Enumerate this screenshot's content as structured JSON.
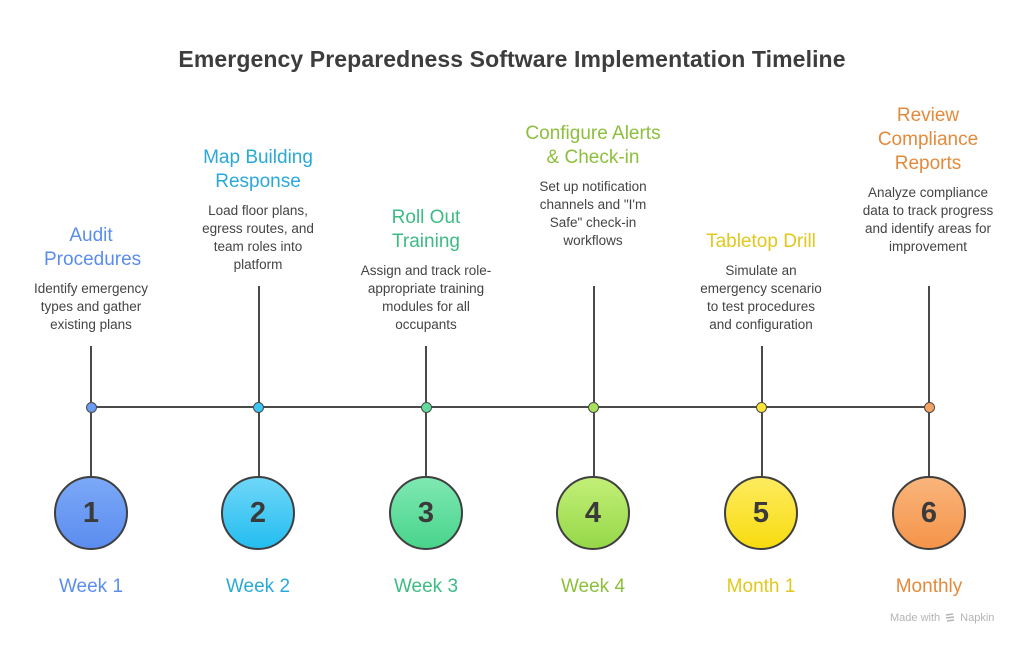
{
  "title": "Emergency Preparedness Software Implementation Timeline",
  "steps": [
    {
      "number": "1",
      "heading": "Audit Procedures",
      "description": "Identify emergency types and gather existing plans",
      "when": "Week 1",
      "color": "#5b8def",
      "fill": "#6a9cf5"
    },
    {
      "number": "2",
      "heading": "Map Building Response",
      "description": "Load floor plans, egress routes, and team roles into platform",
      "when": "Week 2",
      "color": "#2aa9d9",
      "fill": "#3cc6f5"
    },
    {
      "number": "3",
      "heading": "Roll Out Training",
      "description": "Assign and track role-appropriate training modules for all occupants",
      "when": "Week 3",
      "color": "#3dbb85",
      "fill": "#5fdc9c"
    },
    {
      "number": "4",
      "heading": "Configure Alerts & Check-in",
      "description": "Set up notification channels and \"I'm Safe\" check-in workflows",
      "when": "Week 4",
      "color": "#8cbf3c",
      "fill": "#a8e05a"
    },
    {
      "number": "5",
      "heading": "Tabletop Drill",
      "description": "Simulate an emergency scenario to test procedures and configuration",
      "when": "Month 1",
      "color": "#e2c81c",
      "fill": "#fbe536"
    },
    {
      "number": "6",
      "heading": "Review Compliance Reports",
      "description": "Analyze compliance data to track progress and identify areas for improvement",
      "when": "Monthly",
      "color": "#e38a3c",
      "fill": "#f7a25e"
    }
  ],
  "footer": {
    "made_with": "Made with",
    "brand": "Napkin"
  }
}
